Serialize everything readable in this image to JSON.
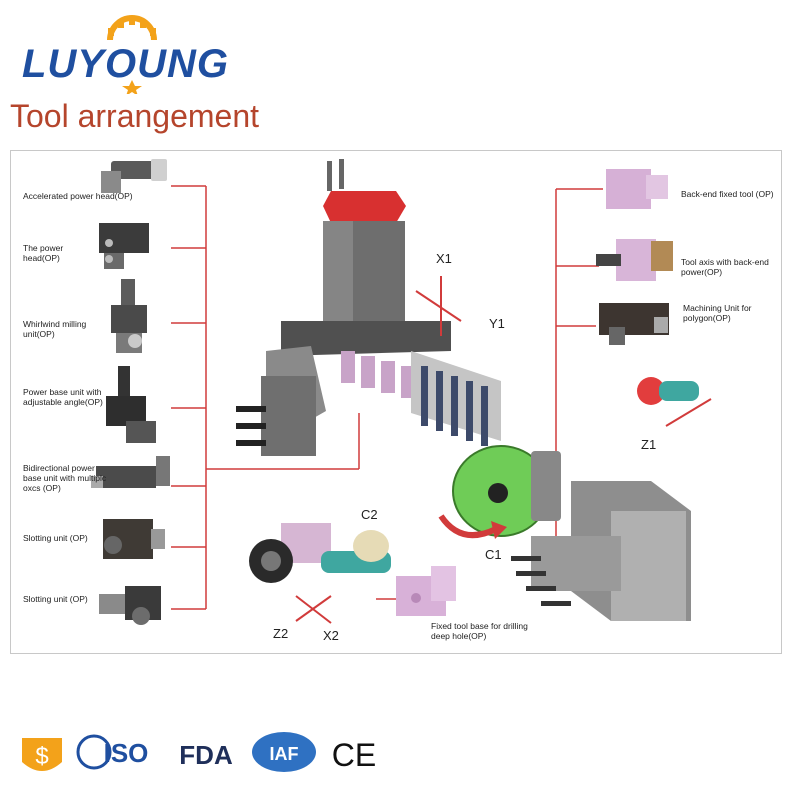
{
  "brand": {
    "logo_text": "LUYOUNG"
  },
  "title": "Tool arrangement",
  "left_labels": [
    "Accelerated power head(OP)",
    "The power head(OP)",
    "Whirlwind milling unit(OP)",
    "Power base unit with adjustable angle(OP)",
    "Bidirectional power base unit with multiplc oxcs (OP)",
    "Slotting unit (OP)",
    "Slotting unit (OP)"
  ],
  "right_labels": [
    "Back-end fixed tool (OP)",
    "Tool axis with back-end power(OP)",
    "Machining Unit for polygon(OP)"
  ],
  "bottom_label": "Fixed tool base for drilling deep hole(OP)",
  "axes": {
    "x1": "X1",
    "y1": "Y1",
    "z1": "Z1",
    "c1": "C1",
    "c2": "C2",
    "z2": "Z2",
    "x2": "X2"
  },
  "certifications": {
    "iso": "ISO",
    "fda": "FDA",
    "iaf": "IAF",
    "ce": "CE"
  },
  "colors": {
    "leader_red": "#d13b3b",
    "title_red": "#b5452c",
    "logo_blue": "#1f4fa0",
    "accent_orange": "#f3a21a"
  }
}
